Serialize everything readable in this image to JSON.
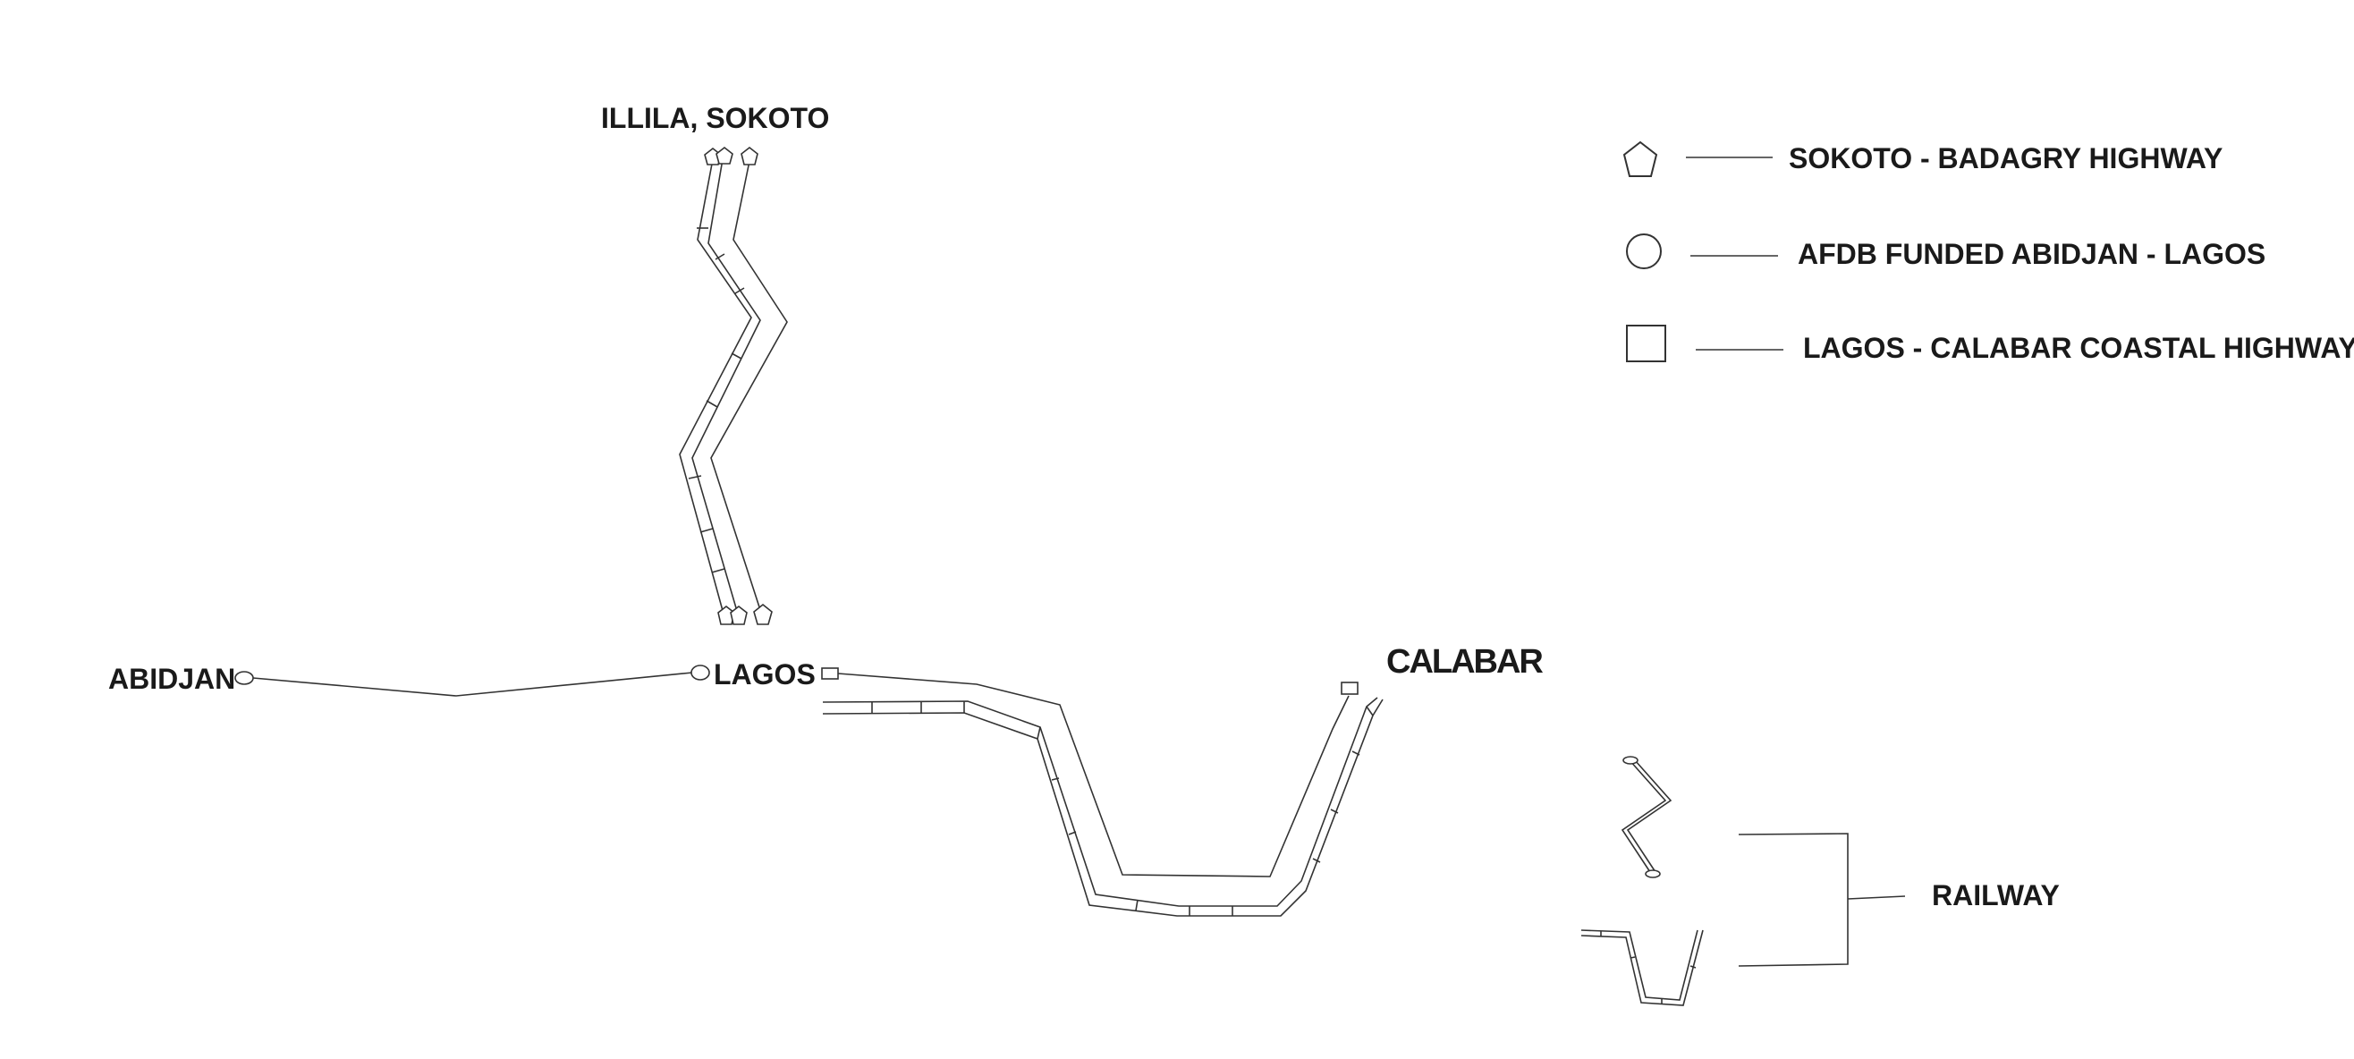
{
  "places": {
    "sokoto": "ILLILA, SOKOTO",
    "abidjan": "ABIDJAN",
    "lagos": "LAGOS",
    "calabar": "CALABAR",
    "railway": "RAILWAY"
  },
  "legend": [
    {
      "shape": "pentagon",
      "label": "SOKOTO - BADAGRY HIGHWAY"
    },
    {
      "shape": "circle",
      "label": "AFDB FUNDED ABIDJAN - LAGOS"
    },
    {
      "shape": "square",
      "label": "LAGOS - CALABAR COASTAL HIGHWAY"
    }
  ],
  "colors": {
    "line": "#333333",
    "text": "#1a1a1a",
    "background": "#ffffff"
  }
}
